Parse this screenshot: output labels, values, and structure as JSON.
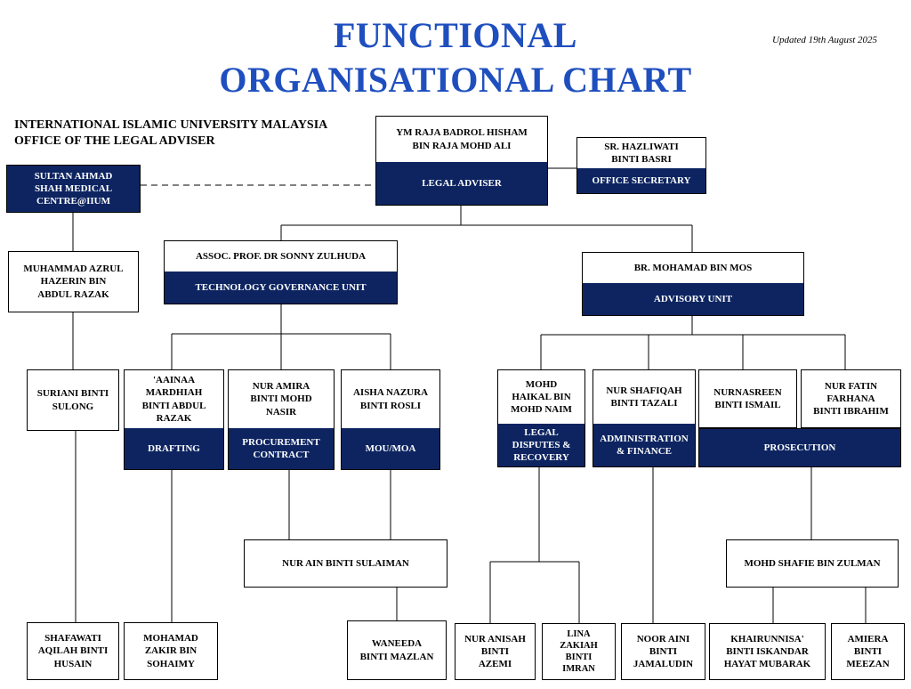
{
  "title": {
    "line1": "FUNCTIONAL",
    "line2": "ORGANISATIONAL CHART"
  },
  "updated": "Updated 19th August 2025",
  "organization": {
    "line1": "INTERNATIONAL ISLAMIC UNIVERSITY MALAYSIA",
    "line2": "OFFICE OF THE LEGAL ADVISER"
  },
  "colors": {
    "title": "#1f4fbf",
    "unit_header": "#0d2461"
  },
  "legal_adviser": {
    "name": "YM RAJA BADROL HISHAM\nBIN RAJA MOHD ALI",
    "role": "LEGAL ADVISER"
  },
  "office_secretary": {
    "name": "SR. HAZLIWATI\nBINTI BASRI",
    "role": "OFFICE SECRETARY"
  },
  "medical_centre": {
    "name": "SULTAN AHMAD\nSHAH MEDICAL\nCENTRE@IIUM"
  },
  "medical_staff": {
    "azrul": "MUHAMMAD AZRUL\nHAZERIN BIN\nABDUL RAZAK",
    "suriani": "SURIANI BINTI\nSULONG",
    "shafawati": "SHAFAWATI\nAQILAH BINTI\nHUSAIN"
  },
  "tgu": {
    "head": "ASSOC. PROF. DR SONNY ZULHUDA",
    "unit": "TECHNOLOGY GOVERNANCE UNIT",
    "drafting": {
      "name": "'AAINAA\nMARDHIAH\nBINTI ABDUL\nRAZAK",
      "unit": "DRAFTING"
    },
    "procurement": {
      "name": "NUR AMIRA\nBINTI MOHD\nNASIR",
      "unit": "PROCUREMENT\nCONTRACT"
    },
    "mou": {
      "name": "AISHA NAZURA\nBINTI ROSLI",
      "unit": "MOU/MOA"
    },
    "zakir": "MOHAMAD\nZAKIR BIN\nSOHAIMY",
    "nur_ain": "NUR AIN BINTI SULAIMAN",
    "waneeda": "WANEEDA\nBINTI MAZLAN"
  },
  "advisory": {
    "head": "BR. MOHAMAD BIN MOS",
    "unit": "ADVISORY UNIT",
    "legal": {
      "name": "MOHD\nHAIKAL BIN\nMOHD NAIM",
      "unit": "LEGAL\nDISPUTES &\nRECOVERY"
    },
    "admin": {
      "name": "NUR SHAFIQAH\nBINTI TAZALI",
      "unit": "ADMINISTRATION\n& FINANCE"
    },
    "nurnasreen": "NURNASREEN\nBINTI ISMAIL",
    "nurfatin": "NUR FATIN\nFARHANA\nBINTI IBRAHIM",
    "prosecution": "PROSECUTION",
    "anisah": "NUR ANISAH\nBINTI\nAZEMI",
    "lina": "LINA\nZAKIAH\nBINTI\nIMRAN",
    "noor": "NOOR AINI\nBINTI\nJAMALUDIN",
    "shafie": "MOHD SHAFIE BIN ZULMAN",
    "khairunnisa": "KHAIRUNNISA'\nBINTI ISKANDAR\nHAYAT MUBARAK",
    "amiera": "AMIERA\nBINTI\nMEEZAN"
  }
}
